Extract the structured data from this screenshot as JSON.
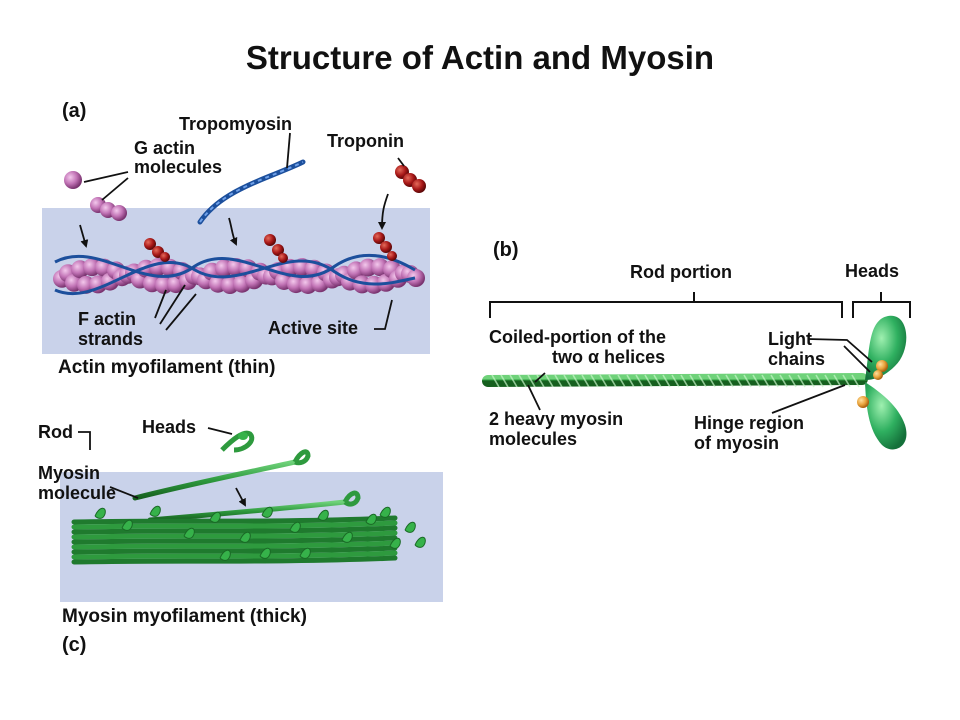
{
  "title": "Structure of Actin and Myosin",
  "panel_a": {
    "letter": "(a)",
    "tropomyosin": "Tropomyosin",
    "g_actin_line1": "G actin",
    "g_actin_line2": "molecules",
    "troponin": "Troponin",
    "f_actin_line1": "F actin",
    "f_actin_line2": "strands",
    "active_site": "Active site",
    "caption": "Actin myofilament (thin)"
  },
  "panel_b": {
    "letter": "(b)",
    "rod_portion": "Rod portion",
    "heads": "Heads",
    "coiled_line1": "Coiled-portion of the",
    "coiled_line2": "two α helices",
    "light_line1": "Light",
    "light_line2": "chains",
    "heavy_line1": "2 heavy myosin",
    "heavy_line2": "molecules",
    "hinge_line1": "Hinge region",
    "hinge_line2": "of myosin"
  },
  "panel_c": {
    "letter": "(c)",
    "rod": "Rod",
    "heads": "Heads",
    "myosin_line1": "Myosin",
    "myosin_line2": "molecule",
    "caption": "Myosin myofilament (thick)"
  },
  "colors": {
    "panel_bg": "#c9d2ea",
    "actin_sphere": "#c072b4",
    "tropomyosin": "#2a62b8",
    "troponin": "#a81818",
    "myosin": "#2e9a3e",
    "light_chain": "#e8a23a"
  }
}
